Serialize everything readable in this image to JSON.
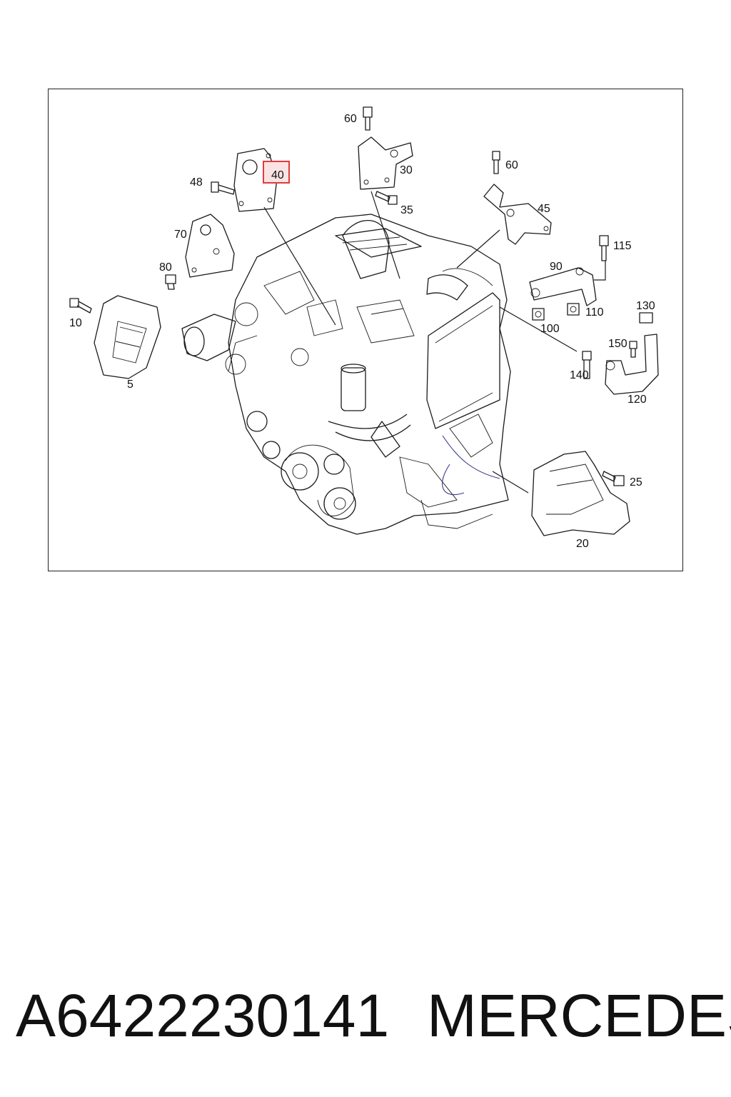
{
  "diagram": {
    "labels": {
      "l60a": "60",
      "l30": "30",
      "l40": "40",
      "l48": "48",
      "l35": "35",
      "l60b": "60",
      "l45": "45",
      "l70": "70",
      "l115": "115",
      "l80": "80",
      "l90": "90",
      "l10": "10",
      "l110": "110",
      "l130": "130",
      "l100": "100",
      "l150": "150",
      "l140": "140",
      "l5": "5",
      "l120": "120",
      "l25": "25",
      "l20": "20"
    },
    "highlighted_label": "40",
    "highlight_color": "#e03c3c",
    "line_color": "#1a1a1a"
  },
  "footer": {
    "part_number": "A6422230141",
    "brand": "MERCEDES"
  }
}
